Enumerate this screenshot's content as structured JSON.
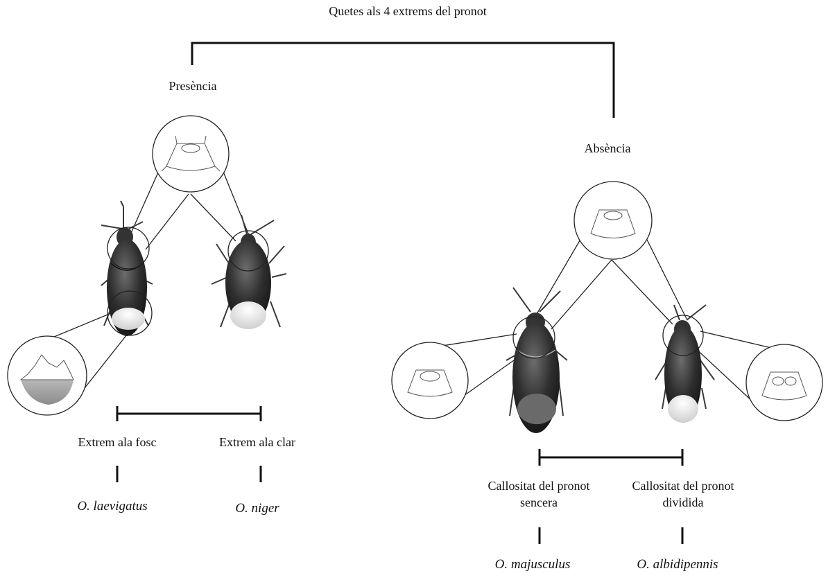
{
  "diagram": {
    "root_label": "Quetes als 4 extrems del pronot",
    "branch_left": "Presència",
    "branch_right": "Absència",
    "left_options": [
      {
        "label": "Extrem ala fosc",
        "species": "O. laevigatus"
      },
      {
        "label": "Extrem ala clar",
        "species": "O. niger"
      }
    ],
    "right_options": [
      {
        "label_line1": "Callositat del pronot",
        "label_line2": "sencera",
        "species": "O. majusculus"
      },
      {
        "label_line1": "Callositat del pronot",
        "label_line2": "dividida",
        "species": "O. albidipennis"
      }
    ]
  },
  "colors": {
    "line": "#111111",
    "insect_dark": "#2a2a2a",
    "insect_light": "#e6e6e6",
    "callus_tint": "#9a9a9a"
  },
  "icons": {
    "pronotum": "pronotum-outline-icon",
    "pronotum_divided": "pronotum-divided-callus-icon",
    "wing_tip": "wing-tip-icon",
    "bug": "bug-photo-icon"
  }
}
